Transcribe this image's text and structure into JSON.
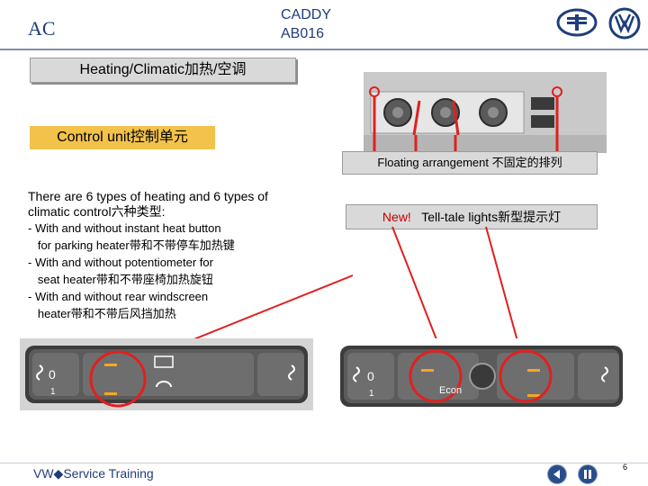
{
  "header": {
    "section_code": "AC",
    "model_line1": "CADDY",
    "model_line2": "AB016"
  },
  "title": "Heating/Climatic加热/空调",
  "control_unit_label": "Control unit控制单元",
  "photo_caption": "Floating arrangement 不固定的排列",
  "description": {
    "lead_line1": "There are 6 types of heating and 6 types of",
    "lead_line2": "climatic control六种类型:",
    "items": [
      "- With and without instant heat button",
      "   for parking heater带和不带停车加热键",
      "- With and without potentiometer for",
      "   seat heater带和不带座椅加热旋钮",
      "- With and without rear windscreen",
      "   heater带和不带后风挡加热"
    ]
  },
  "new_caption": {
    "prefix": "New!",
    "text": "Tell-tale lights新型提示灯"
  },
  "panels": {
    "left_zero": "0",
    "left_one": "1",
    "right_zero": "0",
    "right_one": "1",
    "econ": "Econ"
  },
  "footer": {
    "text": "VW◆Service Training",
    "page": "6"
  },
  "colors": {
    "accent_blue": "#1f3e7a",
    "highlight_red": "#e02020",
    "label_yellow": "#f2c24b",
    "tell_tale_amber": "#f5a623"
  }
}
